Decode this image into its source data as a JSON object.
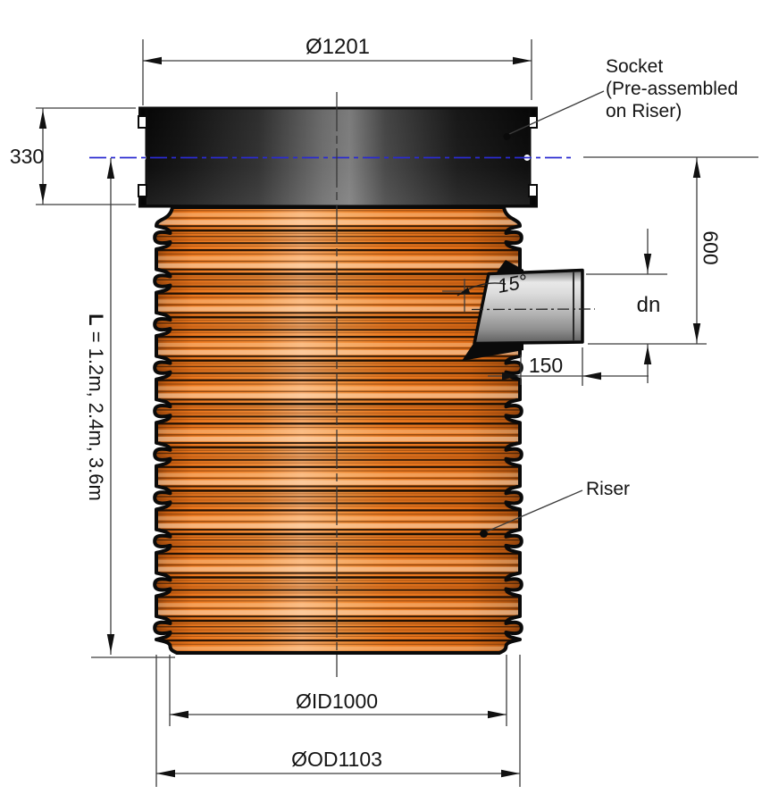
{
  "figure": {
    "dimensions": {
      "top_diameter": "Ø1201",
      "socket_height": "330",
      "riser_length_bold": "L",
      "riser_length_rest": " = 1.2m, 2.4m, 3.6m",
      "outlet_invert_depth": "600",
      "outlet_diameter": "dn",
      "outlet_projection": "150",
      "outlet_angle": "15°",
      "inner_diameter": "ØID1000",
      "outer_diameter": "ØOD1103"
    },
    "labels": {
      "socket_line1": "Socket",
      "socket_line2": "(Pre-assembled",
      "socket_line3": "on Riser)",
      "riser": "Riser"
    },
    "colors": {
      "riser_orange": "#EE781D",
      "riser_highlight": "#F8AB6B",
      "riser_shadow": "#9A480D",
      "socket_dark": "#0A0A0A",
      "socket_highlight": "#7C7C7C",
      "outlet_grey": "#DCDCDC",
      "centerline_blue": "#2B2BD0",
      "line_color": "#3C3C3C",
      "background": "#FFFFFF"
    }
  }
}
